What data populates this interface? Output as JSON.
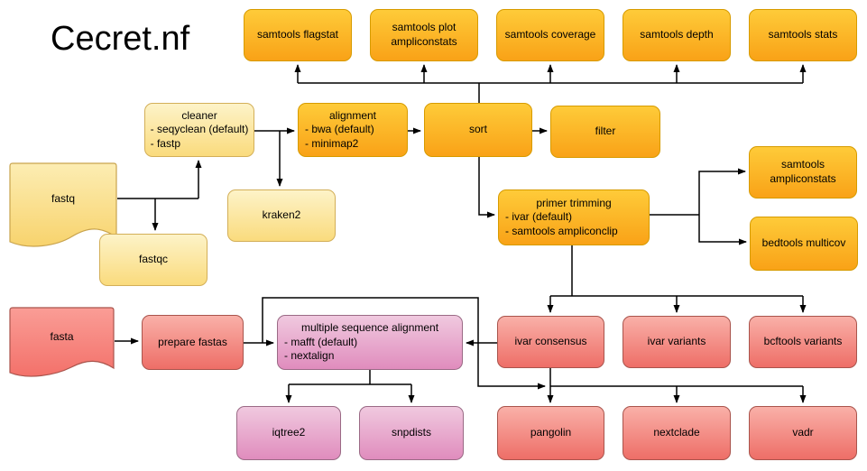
{
  "title": "Cecret.nf",
  "palette": {
    "orange_fill_top": "#FECB39",
    "orange_fill_bottom": "#F9A217",
    "orange_border": "#D79B00",
    "yellow_fill_top": "#FDF3C8",
    "yellow_fill_bottom": "#FADB7D",
    "yellow_border": "#D3AF58",
    "salmon_fill_top": "#F9B0A8",
    "salmon_fill_bottom": "#EE6E67",
    "salmon_border": "#A9544C",
    "purple_fill_top": "#F0C9DF",
    "purple_fill_bottom": "#E08CBD",
    "purple_border": "#9A6A85",
    "connector": "#000000",
    "text": "#000000",
    "background": "#FFFFFF"
  },
  "nodes": {
    "samtools_flagstat": {
      "label": "samtools flagstat"
    },
    "samtools_plot_ampliconstats": {
      "label": "samtools plot ampliconstats"
    },
    "samtools_coverage": {
      "label": "samtools coverage"
    },
    "samtools_depth": {
      "label": "samtools depth"
    },
    "samtools_stats": {
      "label": "samtools stats"
    },
    "cleaner": {
      "title": "cleaner",
      "bullets": [
        "- seqyclean (default)",
        "- fastp"
      ]
    },
    "alignment": {
      "title": "alignment",
      "bullets": [
        "- bwa (default)",
        "- minimap2"
      ]
    },
    "sort": {
      "label": "sort"
    },
    "filter": {
      "label": "filter"
    },
    "fastq": {
      "label": "fastq"
    },
    "fastqc": {
      "label": "fastqc"
    },
    "kraken2": {
      "label": "kraken2"
    },
    "primer_trimming": {
      "title": "primer trimming",
      "bullets": [
        "- ivar (default)",
        "- samtools ampliconclip"
      ]
    },
    "samtools_ampliconstats": {
      "label": "samtools ampliconstats"
    },
    "bedtools_multicov": {
      "label": "bedtools multicov"
    },
    "fasta": {
      "label": "fasta"
    },
    "prepare_fastas": {
      "label": "prepare fastas"
    },
    "msa": {
      "title": "multiple sequence alignment",
      "bullets": [
        "- mafft (default)",
        "- nextalign"
      ]
    },
    "ivar_consensus": {
      "label": "ivar consensus"
    },
    "ivar_variants": {
      "label": "ivar variants"
    },
    "bcftools_variants": {
      "label": "bcftools variants"
    },
    "iqtree2": {
      "label": "iqtree2"
    },
    "snpdists": {
      "label": "snpdists"
    },
    "pangolin": {
      "label": "pangolin"
    },
    "nextclade": {
      "label": "nextclade"
    },
    "vadr": {
      "label": "vadr"
    }
  }
}
